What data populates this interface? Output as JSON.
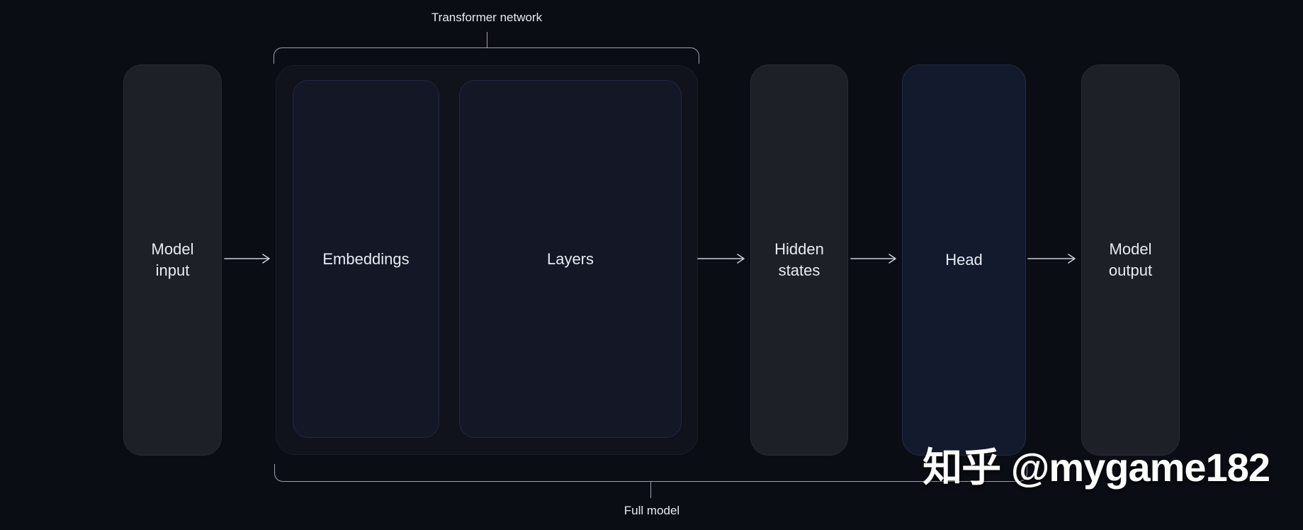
{
  "diagram": {
    "title_top": "Transformer network",
    "title_bottom": "Full model",
    "nodes": {
      "model_input": "Model\ninput",
      "embeddings": "Embeddings",
      "layers": "Layers",
      "hidden_states": "Hidden\nstates",
      "head": "Head",
      "model_output": "Model\noutput"
    },
    "colors": {
      "background": "#0b0d14",
      "box_gray": "#1d2026",
      "box_gray_border": "#282c34",
      "box_navy": "#131726",
      "box_navy_border": "#222941",
      "box_head": "#141a2e",
      "box_head_border": "#232b45",
      "container": "#10121c",
      "container_border": "#1b1e2b",
      "bracket": "#9aa1ae",
      "arrow": "#c9ced9",
      "text": "#e8ebf1"
    }
  },
  "watermark": {
    "text": "知乎 @mygame182"
  }
}
